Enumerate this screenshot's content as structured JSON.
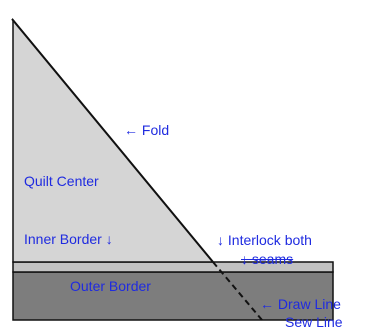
{
  "colors": {
    "quilt_center": "#d5d5d5",
    "inner_border": "#c2c2c2",
    "outer_border": "#7d7d7d",
    "outline": "#111111",
    "label_text": "#1f2be0"
  },
  "labels": {
    "fold": "← Fold",
    "quilt_center": "Quilt Center",
    "inner_border": "Inner Border ↓",
    "interlock_line1": "↓ Interlock both",
    "interlock_line2": "↓ seams",
    "outer_border": "Outer Border",
    "draw_line": "← Draw Line",
    "sew_line": "Sew Line"
  }
}
